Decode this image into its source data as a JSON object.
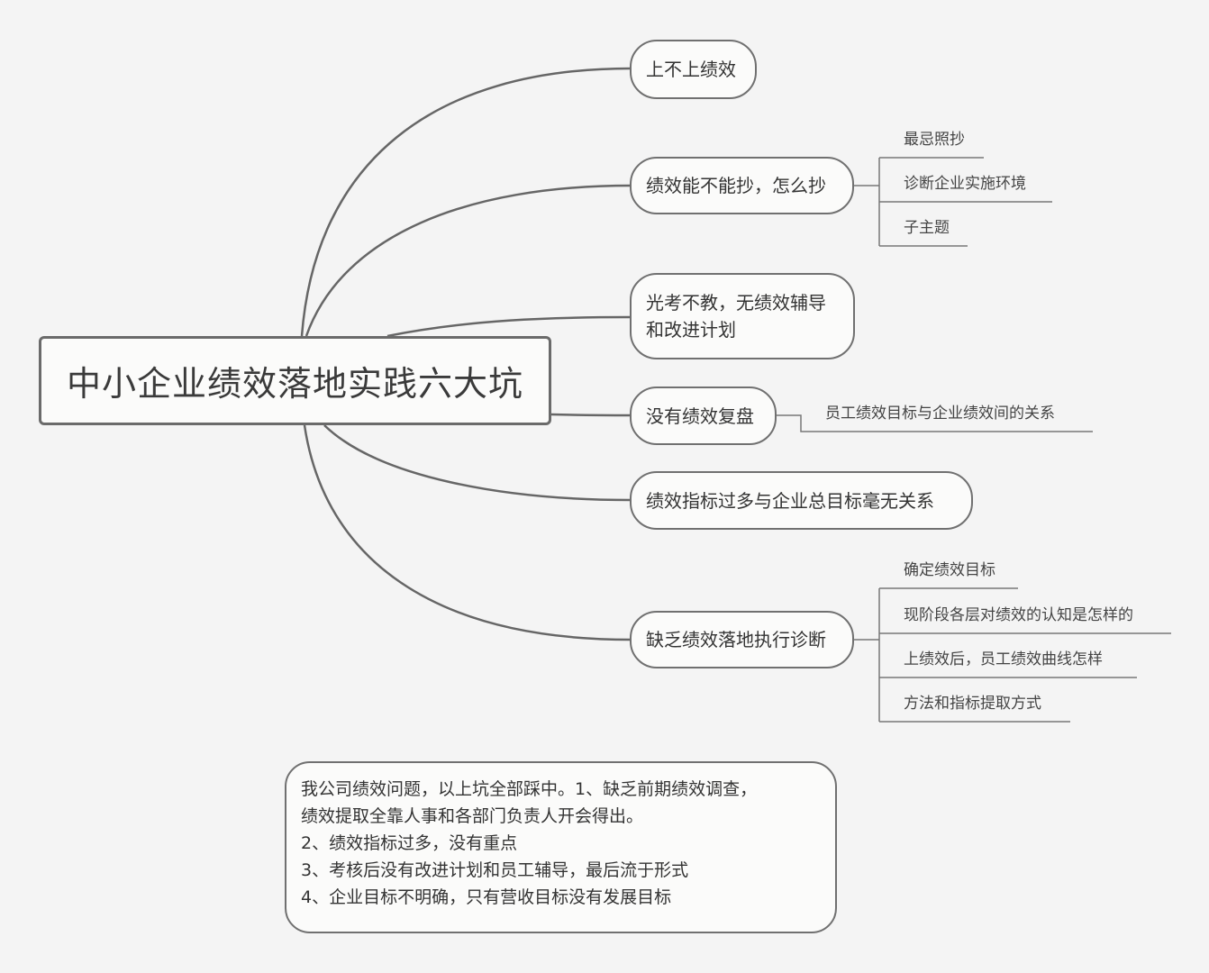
{
  "root": "中小企业绩效落地实践六大坑",
  "branches": [
    {
      "text": "上不上绩效"
    },
    {
      "text": "绩效能不能抄，怎么抄",
      "children": [
        "最忌照抄",
        "诊断企业实施环境",
        "子主题"
      ]
    },
    {
      "text_lines": [
        "光考不教，无绩效辅导",
        "和改进计划"
      ]
    },
    {
      "text": "没有绩效复盘",
      "children": [
        "员工绩效目标与企业绩效间的关系"
      ]
    },
    {
      "text": "绩效指标过多与企业总目标毫无关系"
    },
    {
      "text": "缺乏绩效落地执行诊断",
      "children": [
        "确定绩效目标",
        "现阶段各层对绩效的认知是怎样的",
        "上绩效后，员工绩效曲线怎样",
        "方法和指标提取方式"
      ]
    }
  ],
  "note": {
    "lines": [
      "我公司绩效问题，以上坑全部踩中。1、缺乏前期绩效调查，",
      "绩效提取全靠人事和各部门负责人开会得出。",
      "2、绩效指标过多，没有重点",
      "3、考核后没有改进计划和员工辅导，最后流于形式",
      "4、企业目标不明确，只有营收目标没有发展目标"
    ]
  }
}
